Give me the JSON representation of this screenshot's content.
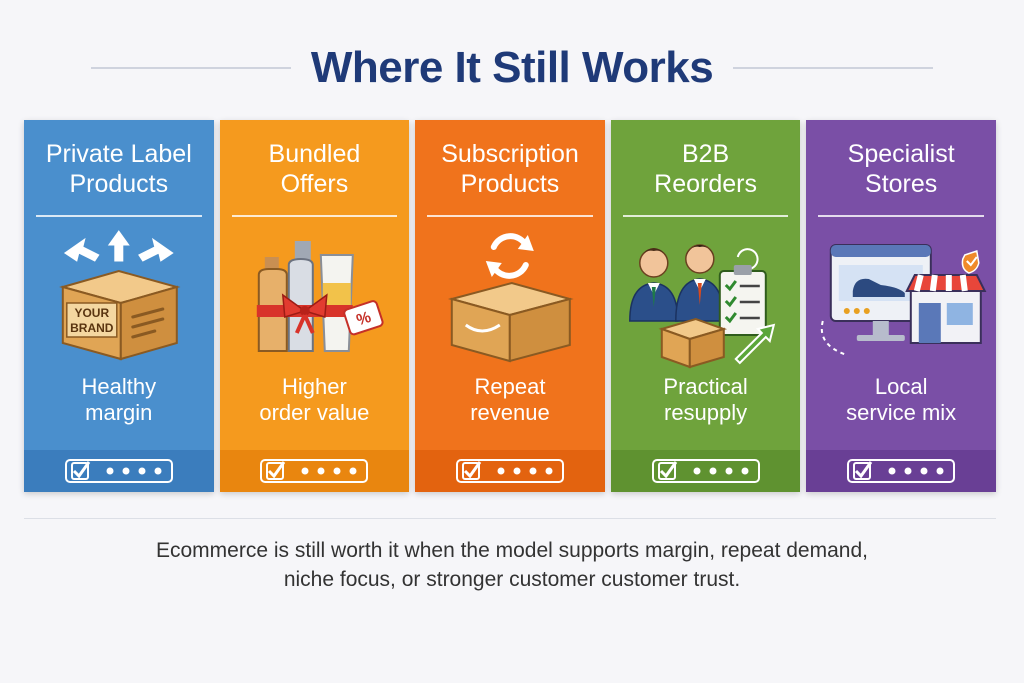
{
  "title": "Where It Still Works",
  "cards": [
    {
      "title_line1": "Private Label",
      "title_line2": "Products",
      "icon": "branded-box-icon",
      "box_text_1": "YOUR",
      "box_text_2": "BRAND",
      "sub_line1": "Healthy",
      "sub_line2": "margin",
      "color": "#4a8fcd"
    },
    {
      "title_line1": "Bundled",
      "title_line2": "Offers",
      "icon": "gift-bundle-icon",
      "tag_text": "%",
      "sub_line1": "Higher",
      "sub_line2": "order value",
      "color": "#f59a1e"
    },
    {
      "title_line1": "Subscription",
      "title_line2": "Products",
      "icon": "recurring-box-icon",
      "sub_line1": "Repeat",
      "sub_line2": "revenue",
      "color": "#f0731c"
    },
    {
      "title_line1": "B2B",
      "title_line2": "Reorders",
      "icon": "business-reorder-icon",
      "sub_line1": "Practical",
      "sub_line2": "resupply",
      "color": "#6fa33c"
    },
    {
      "title_line1": "Specialist",
      "title_line2": "Stores",
      "icon": "storefront-icon",
      "sub_line1": "Local",
      "sub_line2": "service mix",
      "color": "#7a4fa6"
    }
  ],
  "caption_line1": "Ecommerce is still worth it when the model supports margin, repeat demand,",
  "caption_line2": "niche focus, or stronger customer customer trust."
}
